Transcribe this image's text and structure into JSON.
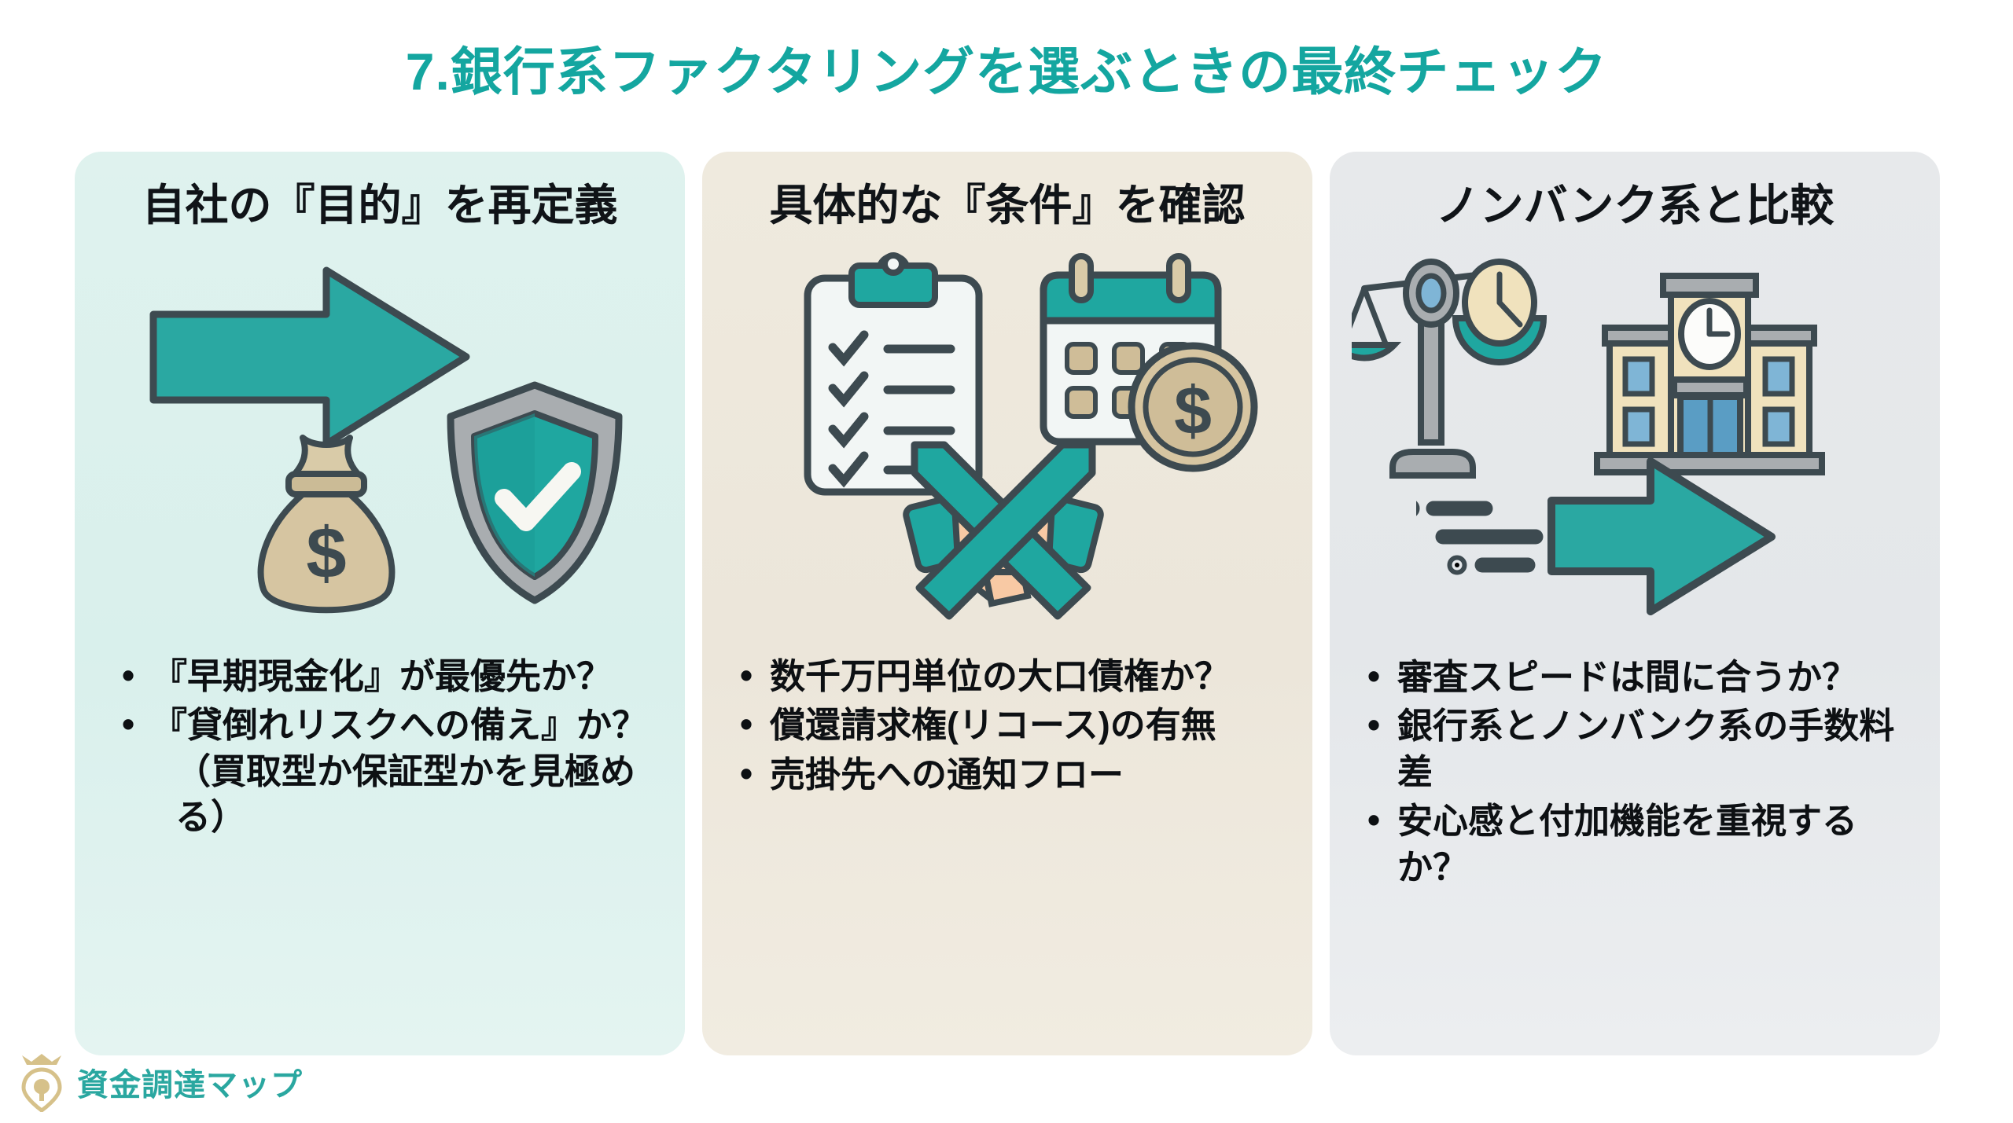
{
  "slide": {
    "title": "7.銀行系ファクタリングを選ぶときの最終チェック",
    "title_color": "#14a6a0",
    "background": "#ffffff"
  },
  "cards": [
    {
      "id": "purpose",
      "heading": "自社の『目的』を再定義",
      "background": "#dcf0ec",
      "icons": [
        "arrow-right-icon",
        "money-bag-icon",
        "shield-check-icon"
      ],
      "bullets": [
        {
          "text": "『早期現金化』が最優先か？",
          "sub": ""
        },
        {
          "text": "『貸倒れリスクへの備え』か？",
          "sub": "（買取型か保証型かを見極める）"
        }
      ]
    },
    {
      "id": "conditions",
      "heading": "具体的な『条件』を確認",
      "background": "#ece6da",
      "icons": [
        "clipboard-checklist-icon",
        "calendar-coin-icon",
        "handshake-crossed-out-icon"
      ],
      "bullets": [
        {
          "text": "数千万円単位の大口債権か？",
          "sub": ""
        },
        {
          "text": "償還請求権(リコース)の有無",
          "sub": ""
        },
        {
          "text": "売掛先への通知フロー",
          "sub": ""
        }
      ]
    },
    {
      "id": "compare",
      "heading": "ノンバンク系と比較",
      "background": "#e4e7ea",
      "icons": [
        "balance-scale-clock-icon",
        "bank-building-icon",
        "speed-arrow-icon"
      ],
      "bullets": [
        {
          "text": "審査スピードは間に合うか？",
          "sub": ""
        },
        {
          "text": "銀行系とノンバンク系の手数料差",
          "sub": ""
        },
        {
          "text": "安心感と付加機能を重視するか？",
          "sub": ""
        }
      ]
    }
  ],
  "footer": {
    "brand": "資金調達マップ",
    "brand_color": "#2aa7a0",
    "pin_color": "#d6c18a"
  },
  "palette": {
    "teal": "#2aa8a2",
    "teal_dark": "#3d4a4f",
    "outline": "#3d4a50",
    "tan": "#d4c3a0",
    "skin": "#f8c9a4",
    "grey": "#a9adb0",
    "blue": "#7fb5d6",
    "cream": "#f0e2bd"
  }
}
